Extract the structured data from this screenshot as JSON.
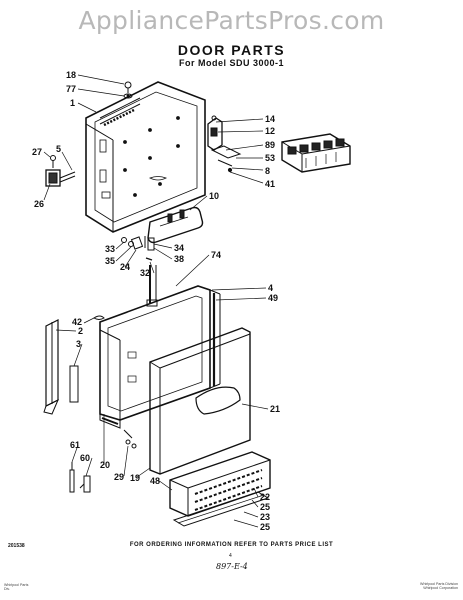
{
  "watermark": "AppliancePartsPros.com",
  "title": "DOOR PARTS",
  "subtitle": "For Model SDU 3000-1",
  "footer_note": "FOR ORDERING INFORMATION REFER TO PARTS PRICE LIST",
  "doc_code": "201538",
  "page_number": "4",
  "handwritten_code": "897-E-4",
  "fine_print_left": [
    "Whirlpool Parts",
    "Div."
  ],
  "fine_print_right": [
    "Whirlpool Parts Division",
    "Whirlpool Corporation"
  ],
  "callouts": {
    "c18": "18",
    "c77": "77",
    "c1": "1",
    "c27": "27",
    "c5": "5",
    "c26": "26",
    "c14": "14",
    "c12": "12",
    "c89": "89",
    "c53": "53",
    "c8": "8",
    "c41": "41",
    "c10": "10",
    "c33": "33",
    "c35": "35",
    "c24": "24",
    "c32": "32",
    "c34": "34",
    "c38": "38",
    "c74": "74",
    "c4": "4",
    "c49": "49",
    "c42": "42",
    "c2": "2",
    "c3": "3",
    "c21": "21",
    "c61": "61",
    "c60": "60",
    "c29": "29",
    "c20": "20",
    "c19": "19",
    "c48": "48",
    "c22": "22",
    "c25a": "25",
    "c23": "23",
    "c25b": "25"
  }
}
